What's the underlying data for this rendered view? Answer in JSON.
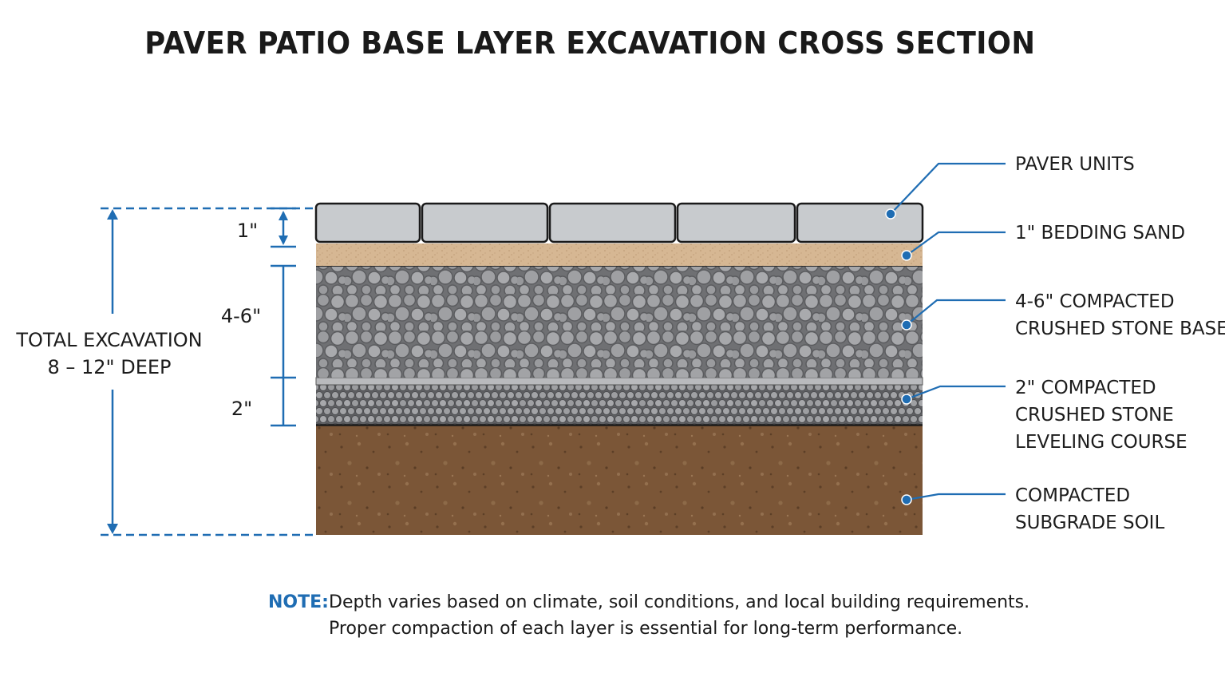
{
  "title": "PAVER PATIO BASE LAYER EXCAVATION CROSS SECTION",
  "colors": {
    "accent": "#1f6db3",
    "paver": "#c9cccf",
    "sand": "#d7b894",
    "stone": "#8e8f91",
    "soil": "#7a5536"
  },
  "dimensions": {
    "paver_bedding": "1\"",
    "base": "4-6\"",
    "leveling": "2\"",
    "total_line1": "TOTAL EXCAVATION",
    "total_line2": "8 – 12\" DEEP"
  },
  "layers": [
    {
      "line1": "PAVER UNITS",
      "line2": "",
      "line3": ""
    },
    {
      "line1": "1\" BEDDING SAND",
      "line2": "",
      "line3": ""
    },
    {
      "line1": "4-6\" COMPACTED",
      "line2": "CRUSHED STONE BASE",
      "line3": ""
    },
    {
      "line1": "2\" COMPACTED",
      "line2": "CRUSHED STONE",
      "line3": "LEVELING COURSE"
    },
    {
      "line1": "COMPACTED",
      "line2": "SUBGRADE SOIL",
      "line3": ""
    }
  ],
  "note": {
    "key": "NOTE:",
    "line1": "Depth varies based on climate, soil conditions, and local building requirements.",
    "line2": "Proper compaction of each layer is essential for long-term performance."
  }
}
